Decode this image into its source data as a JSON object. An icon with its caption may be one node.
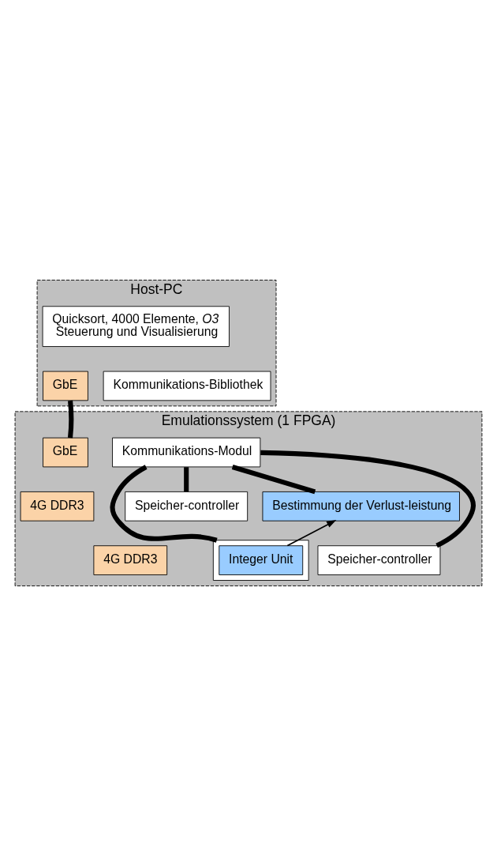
{
  "diagram": {
    "nodes": [
      {
        "text": [
          "Host-PC"
        ]
      },
      {
        "text": [
          "Quicksort, 4000 Elemente, *O3*",
          "Steuerung und Visualisierung"
        ],
        "in": 0
      },
      {
        "text": [
          "GbE"
        ],
        "in": 0
      },
      {
        "text": [
          "Kommunikations-Bibliothek"
        ],
        "in": 0
      },
      {
        "text": [
          "Emulationssystem (1 FPGA)"
        ]
      },
      {
        "text": [
          "GbE"
        ],
        "in": 4
      },
      {
        "text": [
          "Kommunikations-Modul"
        ],
        "in": 4
      },
      {
        "text": [
          "4G DDR3"
        ],
        "in": 4
      },
      {
        "text": [
          "Speicher-controller"
        ],
        "in": 4
      },
      {
        "text": [
          "Bestimmung der Verlust-leistung"
        ],
        "in": 4
      },
      {
        "text": [
          "4G DDR3"
        ],
        "in": 4
      },
      {
        "text": [
          "Speicher-controller"
        ],
        "in": 4
      },
      {
        "text": [],
        "shape": "box",
        "in": 4
      },
      {
        "text": [
          "Integer Unit"
        ],
        "in": 12
      }
    ],
    "edges": [
      {
        "from": 2,
        "to": 5,
        "arrow": "none"
      },
      {
        "from": 6,
        "to": 8,
        "arrow": "none"
      },
      {
        "from": 6,
        "to": 9,
        "arrow": "none"
      },
      {
        "from": 6,
        "to": 11,
        "arrow": "none"
      },
      {
        "from": 6,
        "to": 12,
        "arrow": "none"
      },
      {
        "from": 13,
        "to": 9,
        "arrow": "to"
      }
    ]
  }
}
